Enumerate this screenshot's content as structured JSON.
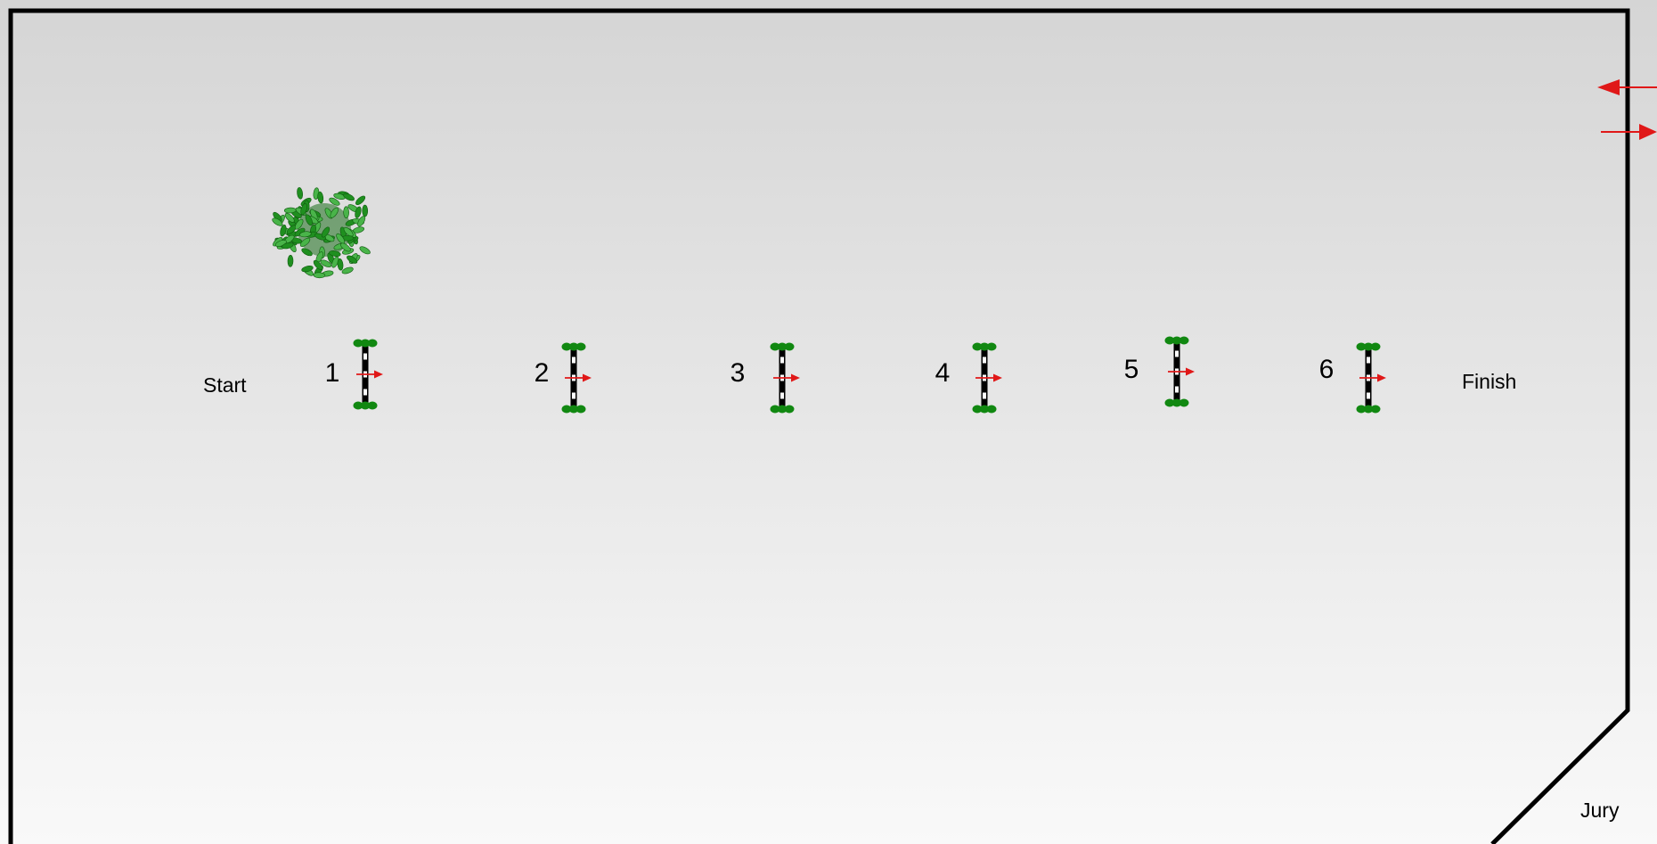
{
  "arena": {
    "start_label": "Start",
    "finish_label": "Finish",
    "jury_label": "Jury",
    "fence_color": "#000000",
    "background_top": "#d5d5d5",
    "background_bottom": "#f9f9f9"
  },
  "obstacles": [
    {
      "number": "1",
      "direction": "right"
    },
    {
      "number": "2",
      "direction": "right"
    },
    {
      "number": "3",
      "direction": "right"
    },
    {
      "number": "4",
      "direction": "right"
    },
    {
      "number": "5",
      "direction": "right"
    },
    {
      "number": "6",
      "direction": "right"
    }
  ],
  "entrance_arrows": [
    {
      "name": "entry",
      "direction": "left"
    },
    {
      "name": "exit",
      "direction": "right"
    }
  ],
  "decoration": {
    "icon": "bush-icon"
  },
  "colors": {
    "pole_black": "#000000",
    "pole_white": "#ffffff",
    "wing_green": "#118811",
    "arrow_red": "#e01818",
    "leaf_green": "#1f8f1f",
    "leaf_light": "#49b449"
  }
}
